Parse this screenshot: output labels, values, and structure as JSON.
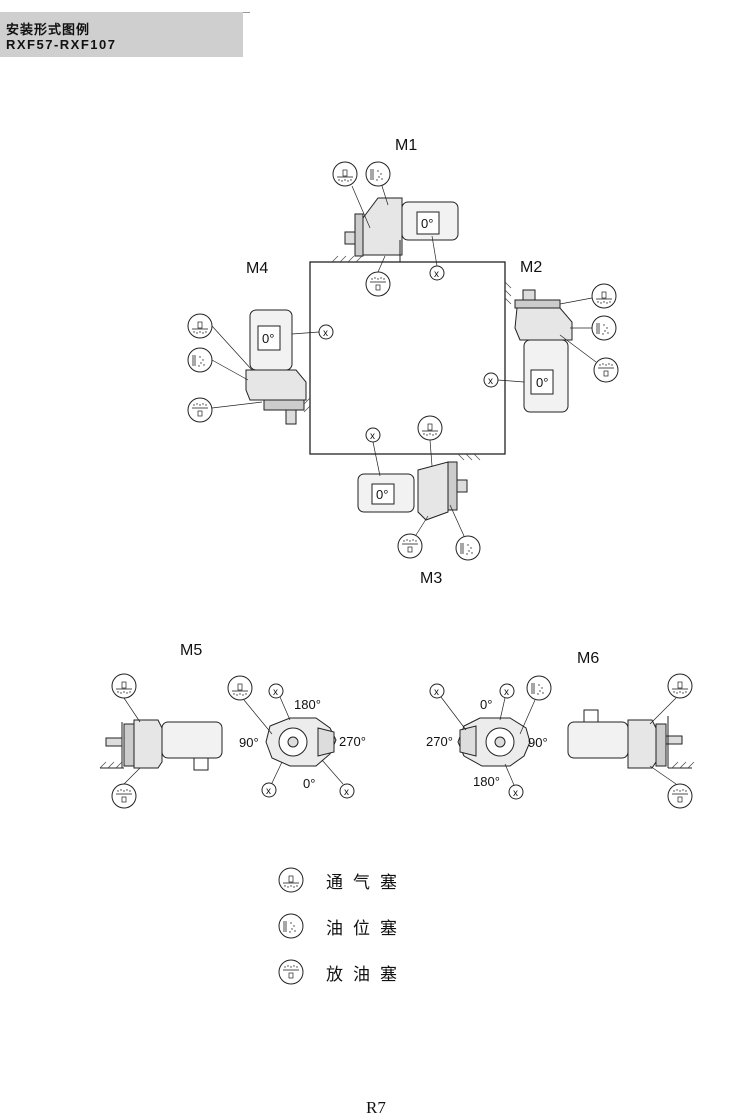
{
  "header": {
    "title": "安装形式图例",
    "subtitle": "RXF57-RXF107"
  },
  "positions": {
    "m1": "M1",
    "m2": "M2",
    "m3": "M3",
    "m4": "M4",
    "m5": "M5",
    "m6": "M6"
  },
  "angles": {
    "zero": "0°",
    "ninety": "90°",
    "one_eighty": "180°",
    "two_seventy": "270°"
  },
  "marker": "x",
  "legend": [
    {
      "icon": "breather-plug-icon",
      "label": "通气塞"
    },
    {
      "icon": "oil-level-plug-icon",
      "label": "油位塞"
    },
    {
      "icon": "drain-plug-icon",
      "label": "放油塞"
    }
  ],
  "page_number": "R7"
}
